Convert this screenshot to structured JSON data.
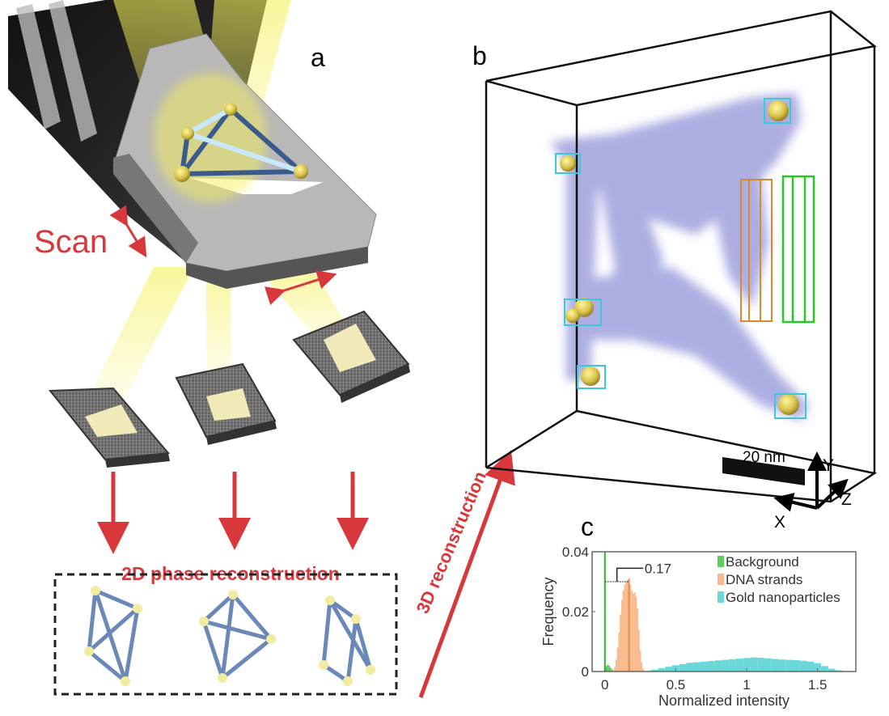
{
  "panel_a": {
    "label": "a",
    "scan_label": "Scan",
    "phase_label": "2D phase reconstruction"
  },
  "arrow_3d_label": "3D reconstruction",
  "panel_b": {
    "label": "b",
    "scale_bar": "20 nm",
    "axes": {
      "x": "X",
      "y": "Y",
      "z": "Z"
    }
  },
  "colors": {
    "red": "#d8383c",
    "dna_cloud": "#8a8cd6",
    "gold": "#d8c24a",
    "cyan": "#3cc8d8",
    "orange_box": "#d88a2c",
    "green_box": "#28c828"
  },
  "chart_data": {
    "type": "bar",
    "panel_label": "c",
    "xlabel": "Normalized intensity",
    "ylabel": "Frequency",
    "xlim": [
      -0.09,
      1.77
    ],
    "ylim": [
      0,
      0.04
    ],
    "xticks": [
      "0",
      "0.5",
      "1",
      "1.5"
    ],
    "xtick_values": [
      0,
      0.5,
      1,
      1.5
    ],
    "yticks": [
      "0",
      "0.02",
      "0.04"
    ],
    "ytick_values": [
      0,
      0.02,
      0.04
    ],
    "legend_position": "top-right",
    "annotation": {
      "text": "0.17",
      "from": 0,
      "to": 0.17
    },
    "markers": [
      {
        "x": 0,
        "color": "#28b828"
      },
      {
        "x": 0.17,
        "color": "#f08a3c"
      }
    ],
    "series": [
      {
        "name": "Background",
        "color": "#5ccc5c",
        "x": [
          0.0,
          0.01,
          0.02,
          0.03,
          0.04,
          0.05,
          0.06
        ],
        "values": [
          0.001,
          0.0018,
          0.0022,
          0.002,
          0.0014,
          0.0008,
          0.0003
        ]
      },
      {
        "name": "DNA strands",
        "color": "#f7b98e",
        "x": [
          0.06,
          0.07,
          0.08,
          0.09,
          0.1,
          0.11,
          0.12,
          0.13,
          0.14,
          0.15,
          0.16,
          0.17,
          0.18,
          0.19,
          0.2,
          0.21,
          0.22,
          0.23,
          0.24,
          0.25,
          0.26,
          0.27
        ],
        "values": [
          0.0005,
          0.0015,
          0.004,
          0.008,
          0.013,
          0.019,
          0.024,
          0.027,
          0.029,
          0.03,
          0.0305,
          0.031,
          0.029,
          0.027,
          0.026,
          0.0265,
          0.025,
          0.021,
          0.014,
          0.007,
          0.003,
          0.001
        ]
      },
      {
        "name": "Gold nanoparticles",
        "color": "#6ad8d8",
        "x": [
          0.3,
          0.35,
          0.4,
          0.45,
          0.5,
          0.55,
          0.6,
          0.65,
          0.7,
          0.75,
          0.8,
          0.85,
          0.9,
          0.95,
          1.0,
          1.05,
          1.1,
          1.15,
          1.2,
          1.25,
          1.3,
          1.35,
          1.4,
          1.45,
          1.5,
          1.55,
          1.6,
          1.65,
          1.7
        ],
        "values": [
          0.0002,
          0.0006,
          0.0011,
          0.0016,
          0.0021,
          0.0025,
          0.0029,
          0.0031,
          0.0033,
          0.0035,
          0.0037,
          0.0039,
          0.0041,
          0.0043,
          0.0045,
          0.0047,
          0.0046,
          0.0044,
          0.0042,
          0.004,
          0.0039,
          0.0038,
          0.0036,
          0.0033,
          0.0028,
          0.0018,
          0.0009,
          0.0004,
          0.0001
        ]
      }
    ]
  }
}
